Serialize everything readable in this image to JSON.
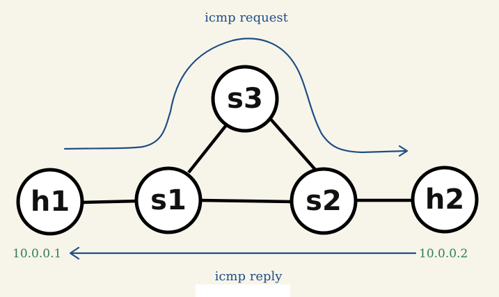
{
  "colors": {
    "background": "#f7f5ea",
    "node_stroke": "#000000",
    "link": "#000000",
    "flow_arrow": "#1e4d86",
    "ip_text": "#2e7d4f",
    "caption_text": "#1e4d86"
  },
  "nodes": {
    "h1": "h1",
    "s1": "s1",
    "s3": "s3",
    "s2": "s2",
    "h2": "h2"
  },
  "addresses": {
    "h1": "10.0.0.1",
    "h2": "10.0.0.2"
  },
  "captions": {
    "request": "icmp request",
    "reply": "icmp reply"
  }
}
